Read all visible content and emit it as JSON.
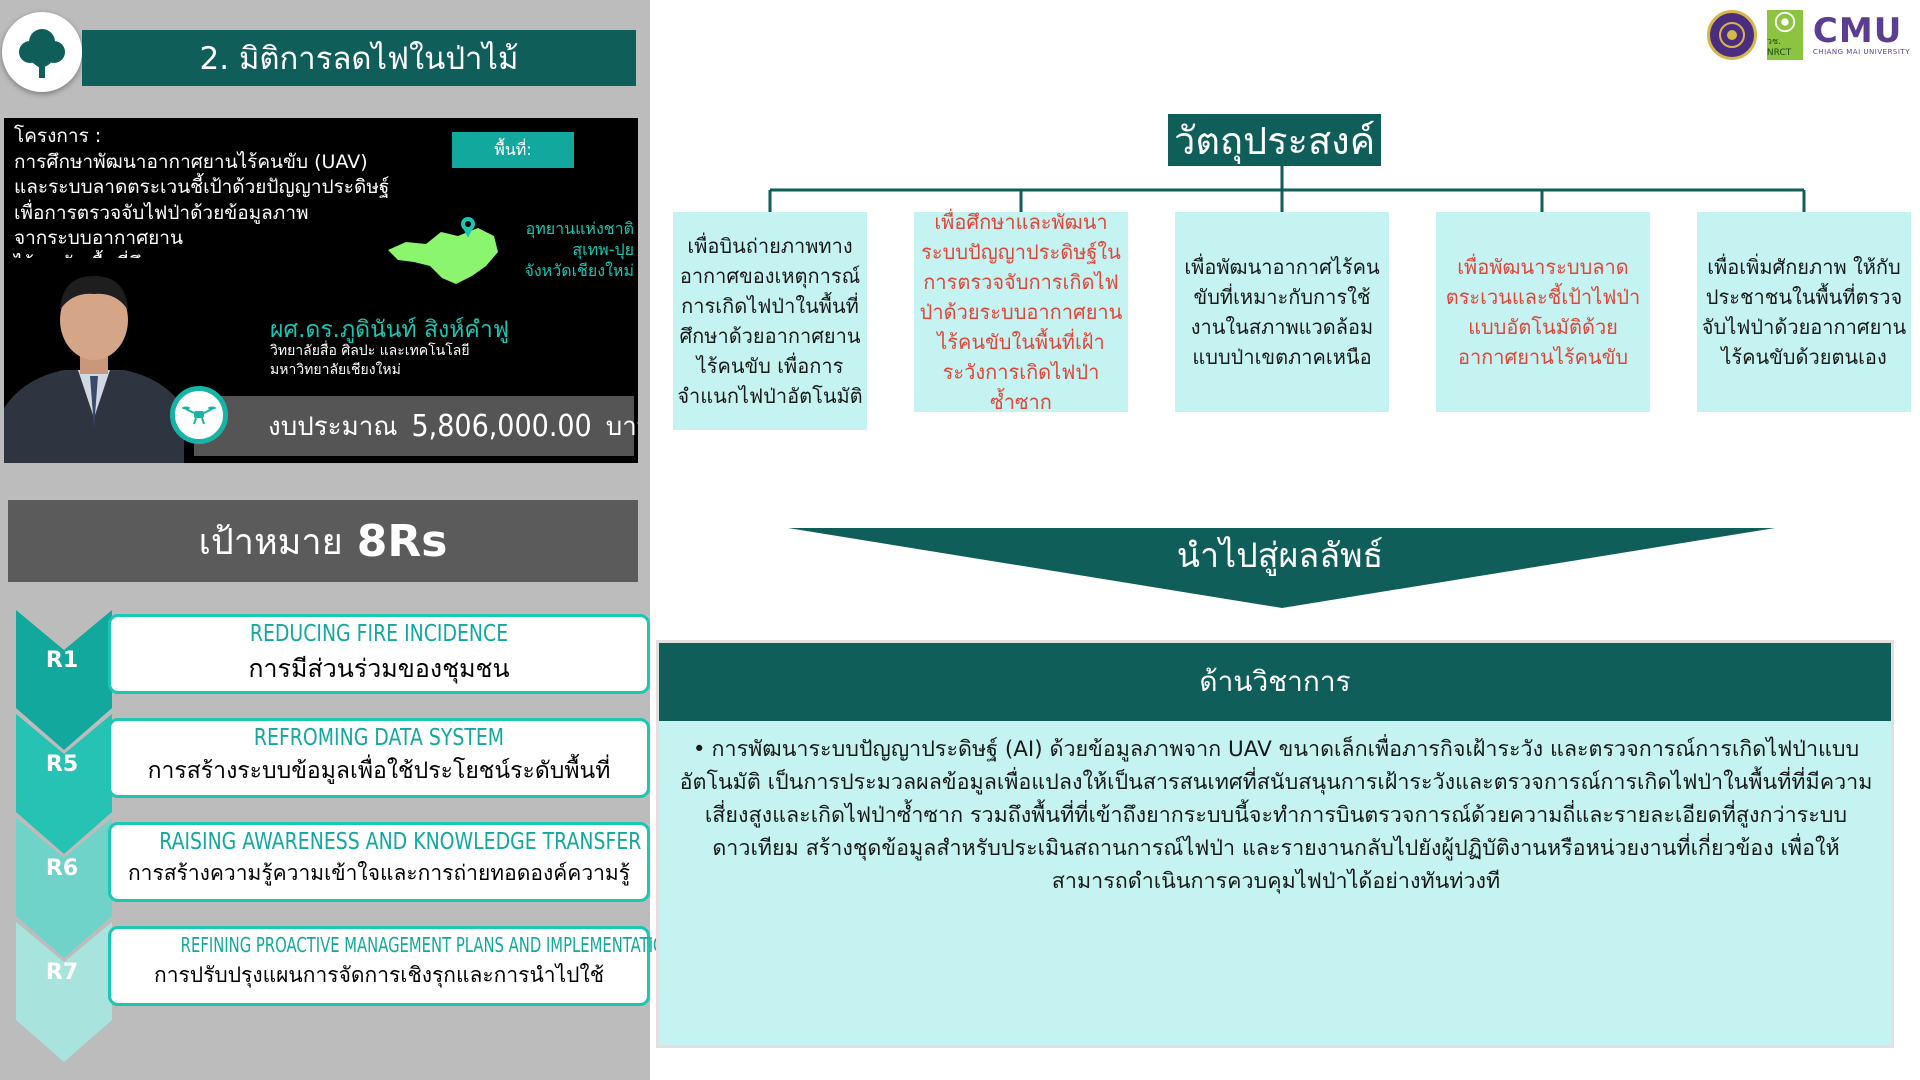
{
  "left": {
    "title": "2. มิติการลดไฟในป่าไม้",
    "project": {
      "lines": [
        "โครงการ :",
        "การศึกษาพัฒนาอากาศยานไร้คนขับ (UAV)",
        "และระบบลาดตระเวนชี้เป้าด้วยปัญญาประดิษฐ์",
        "เพื่อการตรวจจับไฟป่าด้วยข้อมูลภาพ",
        "จากระบบอากาศยาน",
        "ไร้คนขับ พื้นที่ศึกษา"
      ],
      "area_label": "พื้นที่:",
      "place_lines": [
        "อุทยานแห่งชาติ",
        "สุเทพ-ปุย",
        "จังหวัดเชียงใหม่"
      ],
      "person_name": "ผศ.ดร.ภูดินันท์ สิงห์คำฟู",
      "person_aff": [
        "วิทยาลัยสื่อ ศิลปะ และเทคโนโลยี",
        "มหาวิทยาลัยเชียงใหม่"
      ],
      "budget_label": "งบประมาณ",
      "budget_amount": "5,806,000.00",
      "budget_unit": "บาท"
    },
    "goal": {
      "label": "เป้าหมาย",
      "code": "8Rs"
    },
    "r_items": [
      {
        "code": "R1",
        "en": "REDUCING FIRE INCIDENCE",
        "th": "การมีส่วนร่วมของชุมชน",
        "color": "#13a89e"
      },
      {
        "code": "R5",
        "en": "REFROMING DATA SYSTEM",
        "th": "การสร้างระบบข้อมูลเพื่อใช้ประโยชน์ระดับพื้นที่",
        "color": "#26c2b4"
      },
      {
        "code": "R6",
        "en": "RAISING AWARENESS AND KNOWLEDGE TRANSFER",
        "th": "การสร้างความรู้ความเข้าใจและการถ่ายทอดองค์ความรู้",
        "color": "#6fd3c9"
      },
      {
        "code": "R7",
        "en": "REFINING PROACTIVE MANAGEMENT PLANS AND IMPLEMENTATION",
        "th": "การปรับปรุงแผนการจัดการเชิงรุกและการนำไปใช้",
        "color": "#a9e3dd"
      }
    ]
  },
  "right": {
    "logos": {
      "cmu": "CMU",
      "cmu_sub": "CHIANG MAI UNIVERSITY",
      "nrct": "วช. NRCT"
    },
    "objective_title": "วัตถุประสงค์",
    "objectives": [
      {
        "text": "เพื่อบินถ่ายภาพทางอากาศของเหตุการณ์การเกิดไฟป่าในพื้นที่ศึกษาด้วยอากาศยานไร้คนขับ เพื่อการจำแนกไฟป่าอัตโนมัติ",
        "color": "#1a1a1a"
      },
      {
        "text": "เพื่อศึกษาและพัฒนาระบบปัญญาประดิษฐ์ในการตรวจจับการเกิดไฟป่าด้วยระบบอากาศยานไร้คนขับในพื้นที่เฝ้าระวังการเกิดไฟป่าซ้ำซาก",
        "color": "#e0463a"
      },
      {
        "text": "เพื่อพัฒนาอากาศไร้คนขับที่เหมาะกับการใช้งานในสภาพแวดล้อมแบบป่าเขตภาคเหนือ",
        "color": "#1a1a1a"
      },
      {
        "text": "เพื่อพัฒนาระบบลาดตระเวนและชี้เป้าไฟป่าแบบอัตโนมัติด้วยอากาศยานไร้คนขับ",
        "color": "#e0463a"
      },
      {
        "text": "เพื่อเพิ่มศักยภาพ ให้กับประชาชนในพื้นที่ตรวจจับไฟป่าด้วยอากาศยานไร้คนขับด้วยตนเอง",
        "color": "#1a1a1a"
      }
    ],
    "result_title": "นำไปสู่ผลลัพธ์",
    "academic": {
      "title": "ด้านวิชาการ",
      "bullet": "•",
      "body": "การพัฒนาระบบปัญญาประดิษฐ์ (AI) ด้วยข้อมูลภาพจาก UAV ขนาดเล็กเพื่อภารกิจเฝ้าระวัง และตรวจการณ์การเกิดไฟป่าแบบอัตโนมัติ เป็นการประมวลผลข้อมูลเพื่อแปลงให้เป็นสารสนเทศที่สนับสนุนการเฝ้าระวังและตรวจการณ์การเกิดไฟป่าในพื้นที่ที่มีความเสี่ยงสูงและเกิดไฟป่าซ้ำซาก รวมถึงพื้นที่ที่เข้าถึงยากระบบนี้จะทำการบินตรวจการณ์ด้วยความถี่และรายละเอียดที่สูงกว่าระบบดาวเทียม สร้างชุดข้อมูลสำหรับประเมินสถานการณ์ไฟป่า และรายงานกลับไปยังผู้ปฏิบัติงานหรือหน่วยงานที่เกี่ยวข้อง เพื่อให้สามารถดำเนินการควบคุมไฟป่าได้อย่างทันท่วงที"
    }
  }
}
